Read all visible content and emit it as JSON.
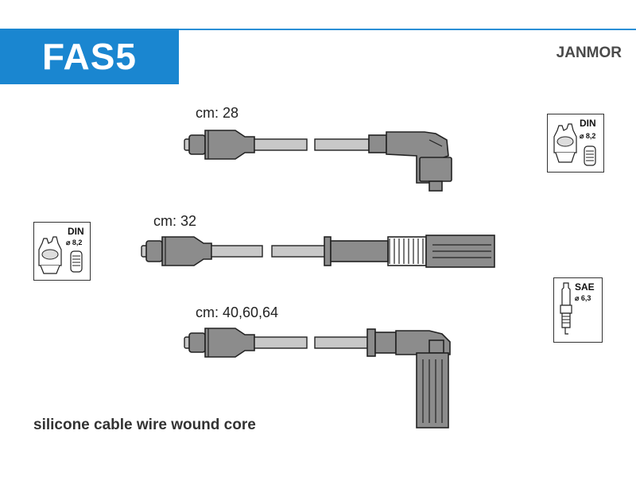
{
  "header": {
    "model": "FAS5",
    "brand": "JANMOR",
    "accent_color": "#1a86d0"
  },
  "cables": [
    {
      "label": "cm: 28"
    },
    {
      "label": "cm: 32"
    },
    {
      "label": "cm: 40,60,64"
    }
  ],
  "footer": {
    "text": "silicone cable wire wound core"
  },
  "references": {
    "din_right": {
      "standard": "DIN",
      "diameter": "⌀ 8,2"
    },
    "din_left": {
      "standard": "DIN",
      "diameter": "⌀ 8,2"
    },
    "sae_right": {
      "standard": "SAE",
      "diameter": "⌀ 6,3"
    }
  }
}
